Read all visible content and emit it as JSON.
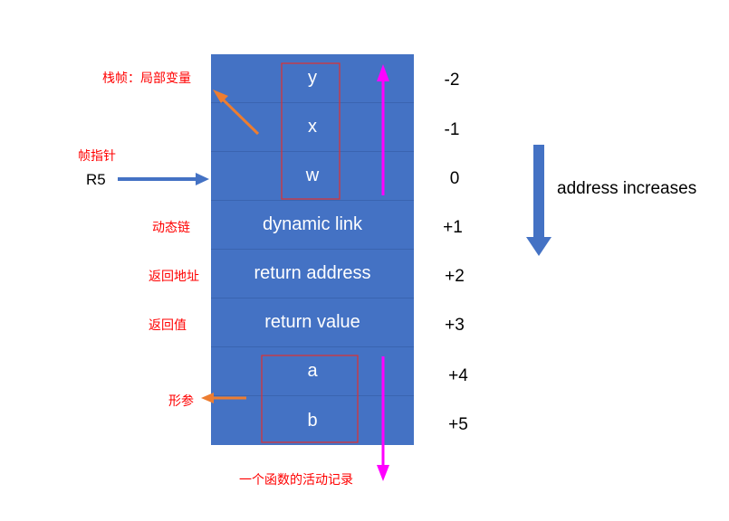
{
  "stack": {
    "slots": [
      "y",
      "x",
      "w",
      "dynamic link",
      "return address",
      "return value",
      "a",
      "b"
    ],
    "offsets": [
      "-2",
      "-1",
      "0",
      "+1",
      "+2",
      "+3",
      "+4",
      "+5"
    ]
  },
  "labels": {
    "stack_frame_locals": "栈帧：局部变量",
    "frame_pointer": "帧指针",
    "register": "R5",
    "dynamic_link": "动态链",
    "return_address": "返回地址",
    "return_value": "返回值",
    "params": "形参",
    "activation_record": "一个函数的活动记录",
    "address_increases": "address increases"
  },
  "colors": {
    "cell_fill": "#4472c4",
    "outline_red": "#e03030",
    "arrow_magenta": "#ff00ff",
    "arrow_orange": "#ed7d31",
    "arrow_blue": "#4472c4",
    "label_red": "#ff0000"
  }
}
